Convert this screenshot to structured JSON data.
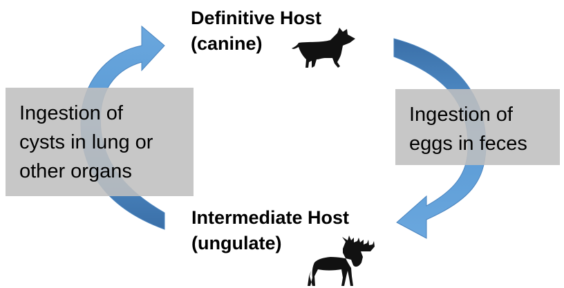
{
  "diagram": {
    "definitive_host": {
      "title": "Definitive Host",
      "subtitle": "(canine)",
      "icon": "dog-silhouette-icon"
    },
    "intermediate_host": {
      "title": "Intermediate Host",
      "subtitle": "(ungulate)",
      "icon": "moose-silhouette-icon"
    },
    "left_step": {
      "lines": [
        "Ingestion of",
        "cysts in lung or",
        "other organs"
      ]
    },
    "right_step": {
      "lines": [
        "Ingestion of",
        "eggs in feces"
      ]
    }
  },
  "colors": {
    "arrow_fill": "#5b9bd5",
    "arrow_dark": "#3a6fa8",
    "label_box": "#bfbfbf",
    "text": "#000000"
  }
}
